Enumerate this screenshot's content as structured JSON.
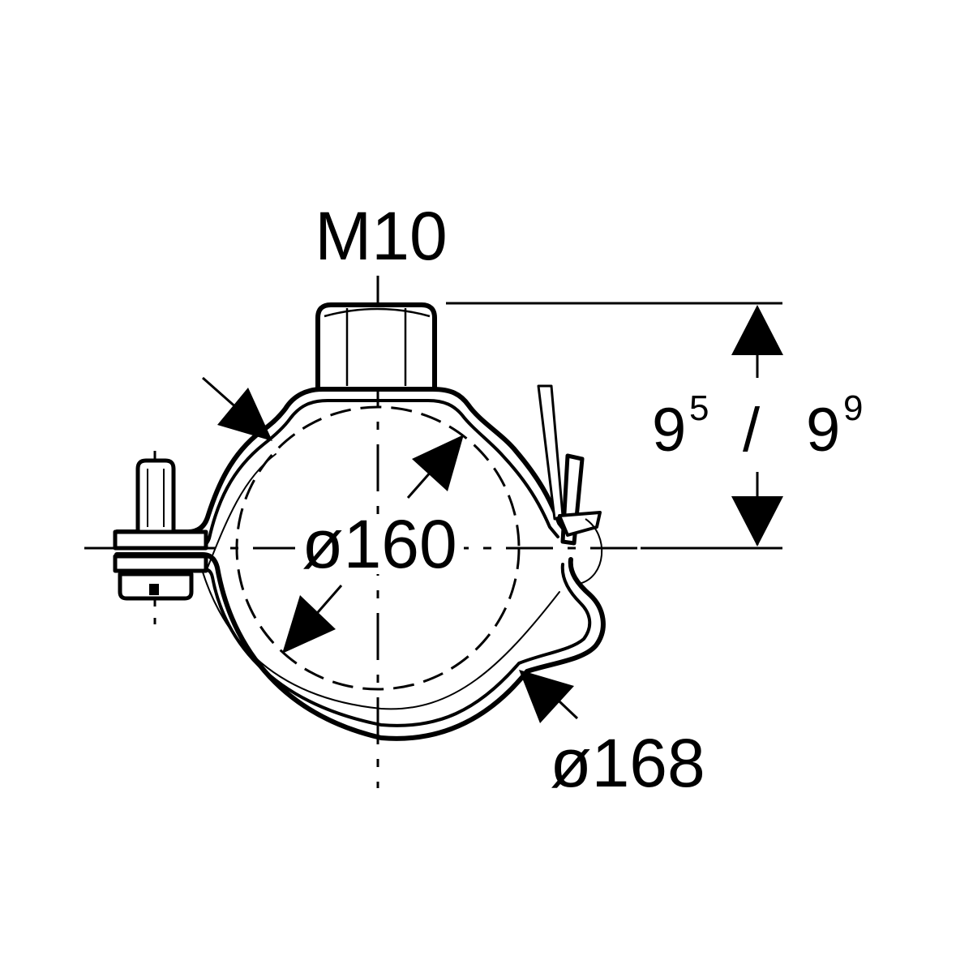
{
  "diagram": {
    "thread_label": "M10",
    "inner_diameter_label": "ø160",
    "outer_diameter_label": "ø168",
    "height_main_1": "9",
    "height_sup_1": "5",
    "height_separator": "/",
    "height_main_2": "9",
    "height_sup_2": "9"
  },
  "colors": {
    "ink": "#000000",
    "background": "#ffffff"
  }
}
